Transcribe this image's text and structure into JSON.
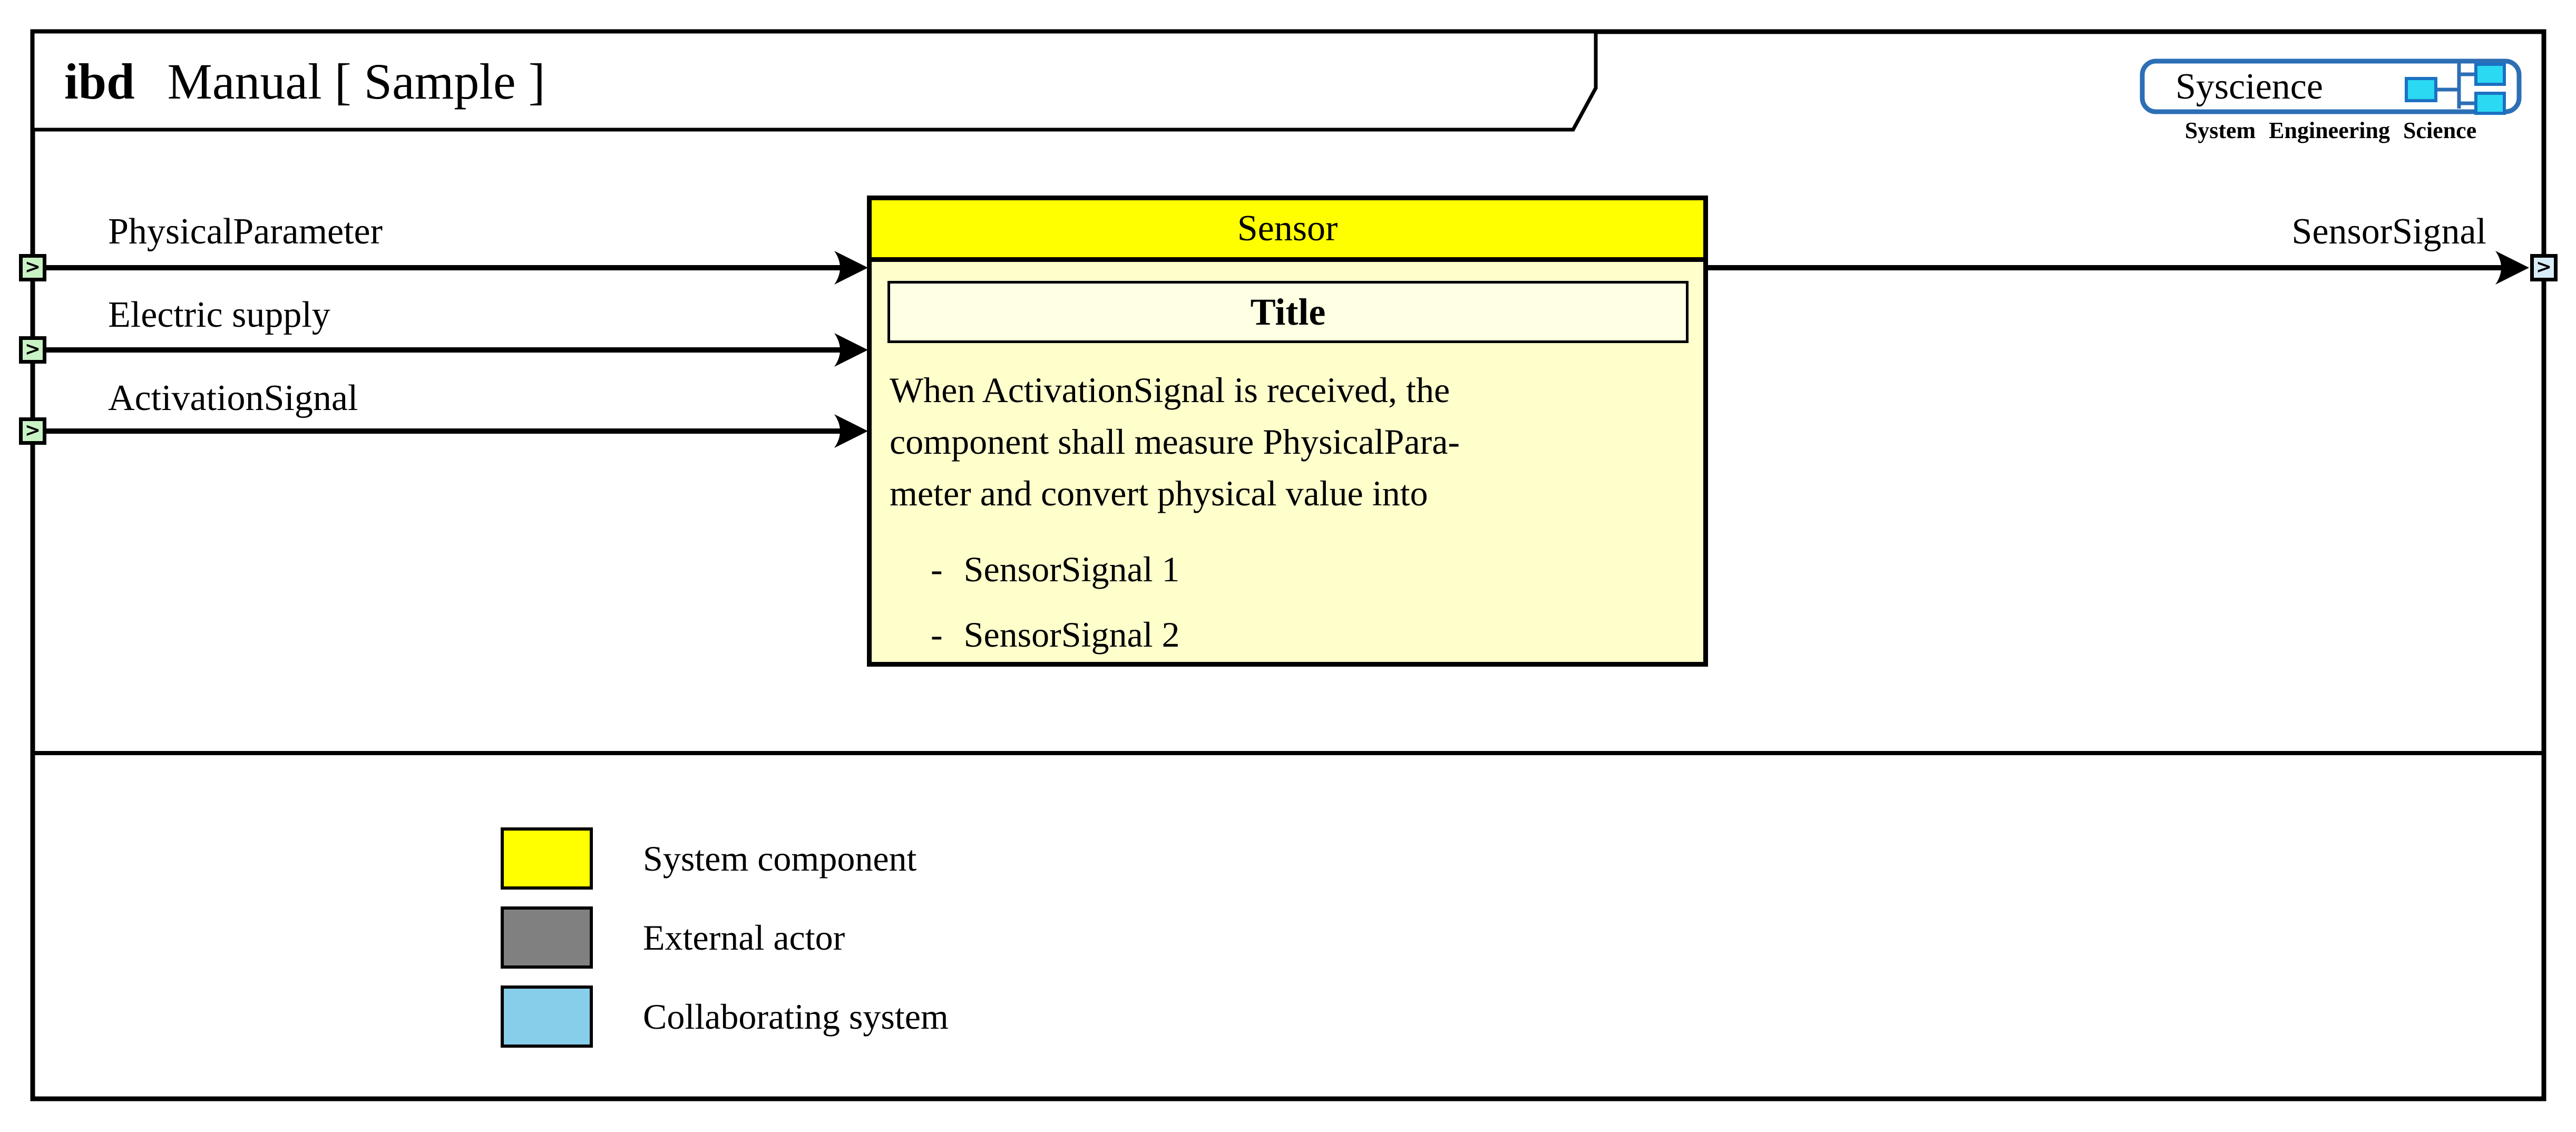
{
  "frame": {
    "kind": "ibd",
    "title": "Manual [ Sample ]"
  },
  "logo": {
    "brand": "Syscience",
    "tagline": "System Engineering Science"
  },
  "flows": {
    "port_glyph": ">",
    "inputs": [
      {
        "label": "PhysicalParameter"
      },
      {
        "label": "Electric supply"
      },
      {
        "label": "ActivationSignal"
      }
    ],
    "output": {
      "label": "SensorSignal"
    }
  },
  "component": {
    "name": "Sensor",
    "note": {
      "title": "Title",
      "lines": [
        "When ActivationSignal is received, the",
        "component shall measure PhysicalPara-",
        "meter and convert physical value into"
      ],
      "items": [
        {
          "bullet": "-",
          "text": "SensorSignal 1"
        },
        {
          "bullet": "-",
          "text": "SensorSignal 2"
        }
      ]
    }
  },
  "legend": {
    "items": [
      {
        "label": "System component",
        "color": "#FFFF00"
      },
      {
        "label": "External actor",
        "color": "#808080"
      },
      {
        "label": "Collaborating system",
        "color": "#87CEEB"
      }
    ]
  },
  "colors": {
    "component_header": "#FFFF00",
    "component_body": "#FFFFCC",
    "note_title_bg": "#FEFFE3",
    "input_port": "#C9F3C5",
    "output_port": "#D9EDF8",
    "logo_blue": "#2D6FB5",
    "logo_cyan": "#2BD9F2"
  }
}
